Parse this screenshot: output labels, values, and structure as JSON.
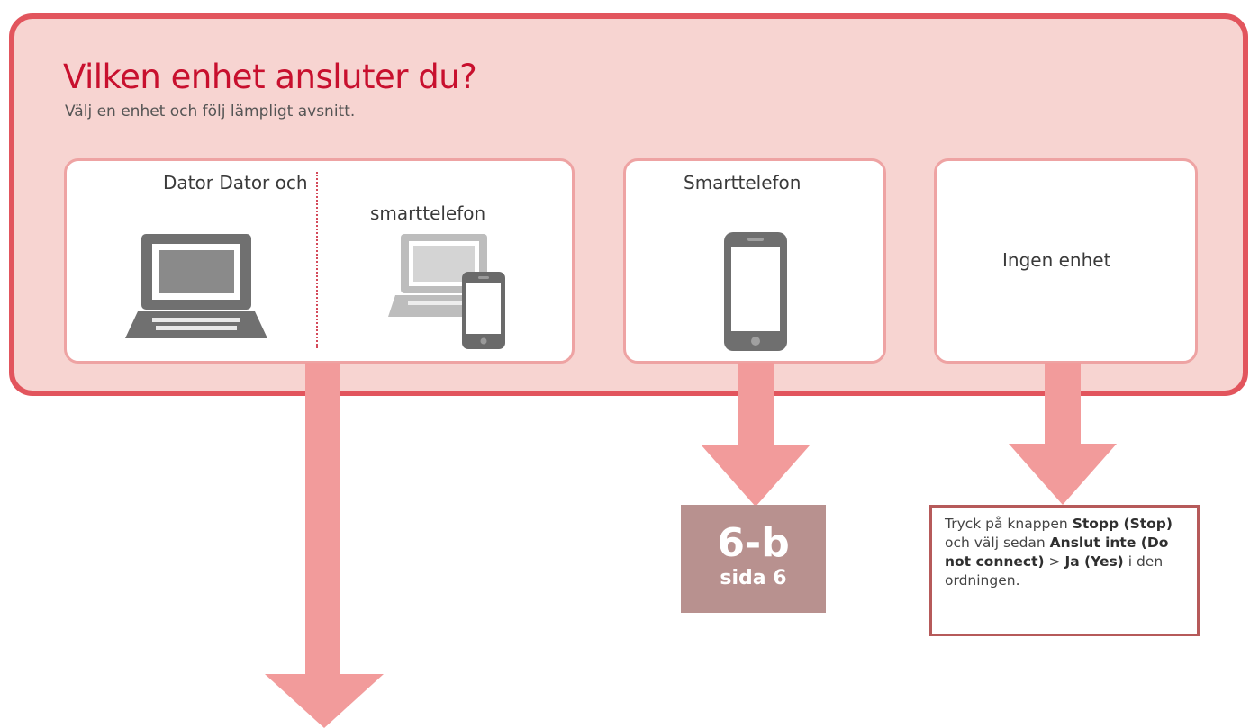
{
  "header": {
    "title": "Vilken enhet ansluter du?",
    "subtitle": "Välj en enhet och följ lämpligt avsnitt."
  },
  "options": {
    "computer": {
      "label": "Dator Dator och"
    },
    "computer_smartphone": {
      "label": "smarttelefon"
    },
    "smartphone": {
      "label": "Smarttelefon"
    },
    "none": {
      "label": "Ingen enhet"
    }
  },
  "badge": {
    "code": "6-b",
    "page": "sida 6"
  },
  "note": {
    "t1": "Tryck på knappen ",
    "b1": "Stopp (Stop)",
    "t2": " och välj sedan ",
    "b2": "Anslut inte (Do not connect)",
    "t3": " > ",
    "b3": "Ja (Yes)",
    "t4": " i den ordningen."
  },
  "colors": {
    "accent": "#c8102e",
    "panel_border": "#e2555d",
    "panel_fill": "#f7d4d1",
    "arrow": "#f29b9b",
    "badge": "#b8918f",
    "icon_gray": "#707070"
  }
}
